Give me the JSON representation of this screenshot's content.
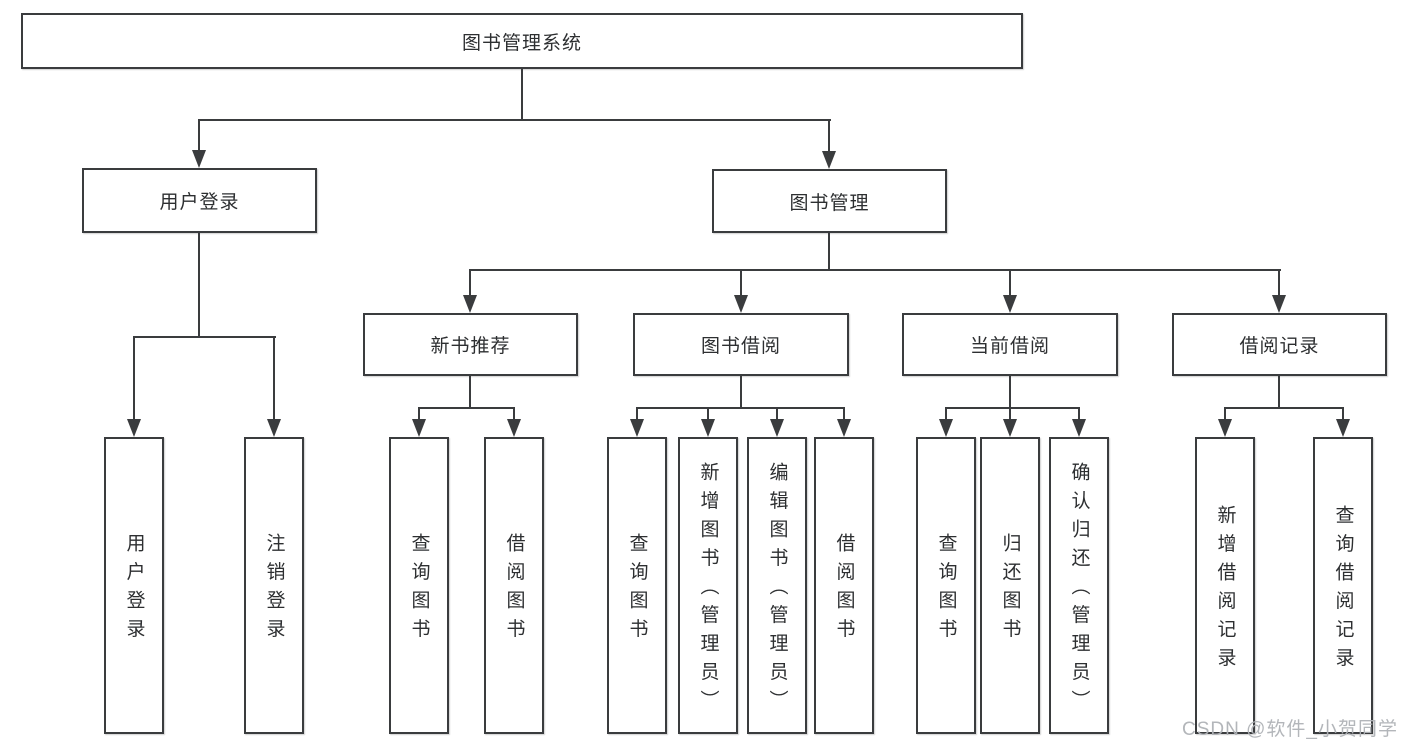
{
  "diagram": {
    "title": "图书管理系统",
    "type": "hierarchy-diagram",
    "colors": {
      "line": "#3a3c3e",
      "box_border": "#3a3c3e",
      "box_fill": "#ffffff",
      "text": "#2d2f31",
      "background": "#ffffff",
      "watermark": "#b0b3b7"
    },
    "nodes": {
      "root": {
        "label": "图书管理系统"
      },
      "level2": [
        {
          "label": "用户登录",
          "parent": "图书管理系统"
        },
        {
          "label": "图书管理",
          "parent": "图书管理系统"
        }
      ],
      "level3": [
        {
          "label": "新书推荐",
          "parent": "图书管理"
        },
        {
          "label": "图书借阅",
          "parent": "图书管理"
        },
        {
          "label": "当前借阅",
          "parent": "图书管理"
        },
        {
          "label": "借阅记录",
          "parent": "图书管理"
        }
      ],
      "leaves": [
        {
          "label": "用户登录",
          "parent": "用户登录"
        },
        {
          "label": "注销登录",
          "parent": "用户登录"
        },
        {
          "label": "查询图书",
          "parent": "新书推荐"
        },
        {
          "label": "借阅图书",
          "parent": "新书推荐"
        },
        {
          "label": "查询图书",
          "parent": "图书借阅"
        },
        {
          "label": "新增图书（管理员）",
          "parent": "图书借阅"
        },
        {
          "label": "编辑图书（管理员）",
          "parent": "图书借阅"
        },
        {
          "label": "借阅图书",
          "parent": "图书借阅"
        },
        {
          "label": "查询图书",
          "parent": "当前借阅"
        },
        {
          "label": "归还图书",
          "parent": "当前借阅"
        },
        {
          "label": "确认归还（管理员）",
          "parent": "当前借阅"
        },
        {
          "label": "新增借阅记录",
          "parent": "借阅记录"
        },
        {
          "label": "查询借阅记录",
          "parent": "借阅记录"
        }
      ]
    },
    "watermark": {
      "text": "CSDN @软件_小贺同学"
    }
  }
}
